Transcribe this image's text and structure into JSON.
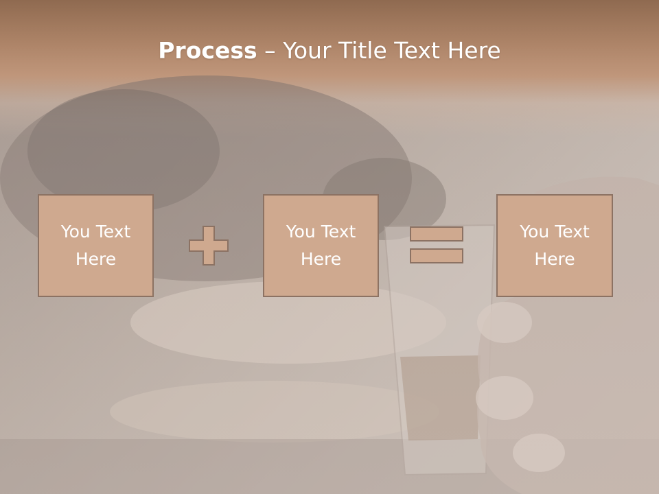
{
  "slide": {
    "title_bold": "Process",
    "title_rest": " – Your Title Text Here",
    "box1_line1": "You Text",
    "box1_line2": "Here",
    "box2_line1": "You Text",
    "box2_line2": "Here",
    "box3_line1": "You Text",
    "box3_line2": "Here",
    "operator_1": "plus-icon",
    "operator_2": "equals-icon"
  },
  "colors": {
    "box_fill": "#cfa98f",
    "box_border": "#8c7263",
    "title_bar": "#a67a5c",
    "text": "#ffffff"
  }
}
